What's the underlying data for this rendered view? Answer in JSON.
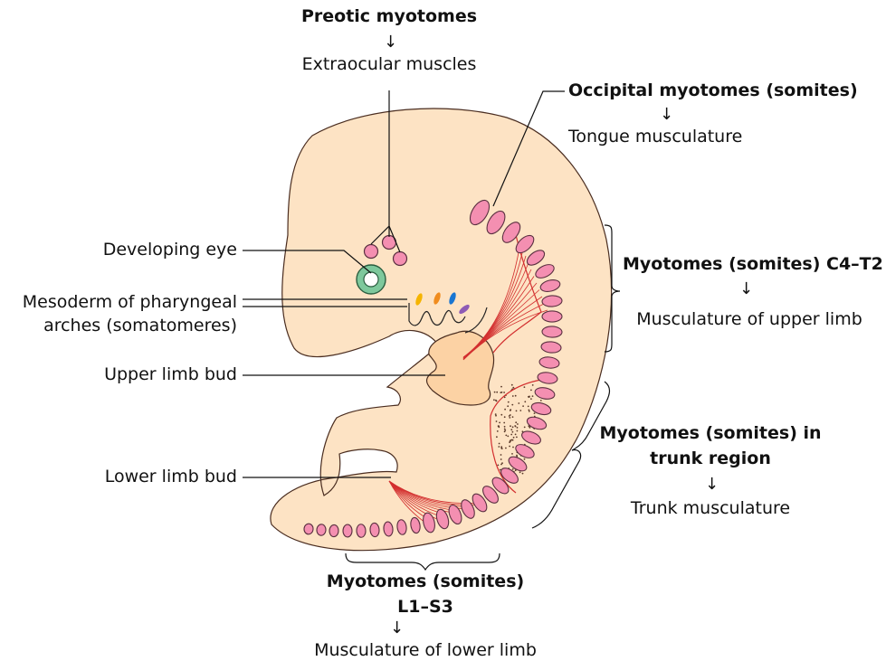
{
  "colors": {
    "body": "#fde3c4",
    "limb_bud": "#fcd2a4",
    "somite": "#f48fb1",
    "somite_stroke": "#5a3040",
    "red_line": "#d32f2f",
    "eye_ring": "#7ec89c"
  },
  "labels": {
    "preotic_title": "Preotic myotomes",
    "preotic_target": "Extraocular muscles",
    "occipital_title": "Occipital myotomes (somites)",
    "occipital_target": "Tongue musculature",
    "eye": "Developing eye",
    "arches_line1": "Mesoderm of pharyngeal",
    "arches_line2": "arches (somatomeres)",
    "upper_limb_bud": "Upper limb bud",
    "lower_limb_bud": "Lower limb bud",
    "c4t2_title": "Myotomes (somites) C4–T2",
    "c4t2_target": "Musculature of upper limb",
    "trunk_title_line1": "Myotomes (somites) in",
    "trunk_title_line2": "trunk region",
    "trunk_target": "Trunk musculature",
    "l1s3_title_line1": "Myotomes (somites)",
    "l1s3_title_line2": "L1–S3",
    "l1s3_target": "Musculature of lower limb"
  },
  "arrow_glyph": "↓",
  "arch_colors": [
    "#f5b400",
    "#f08c1e",
    "#1976d2",
    "#8e5bb5"
  ]
}
